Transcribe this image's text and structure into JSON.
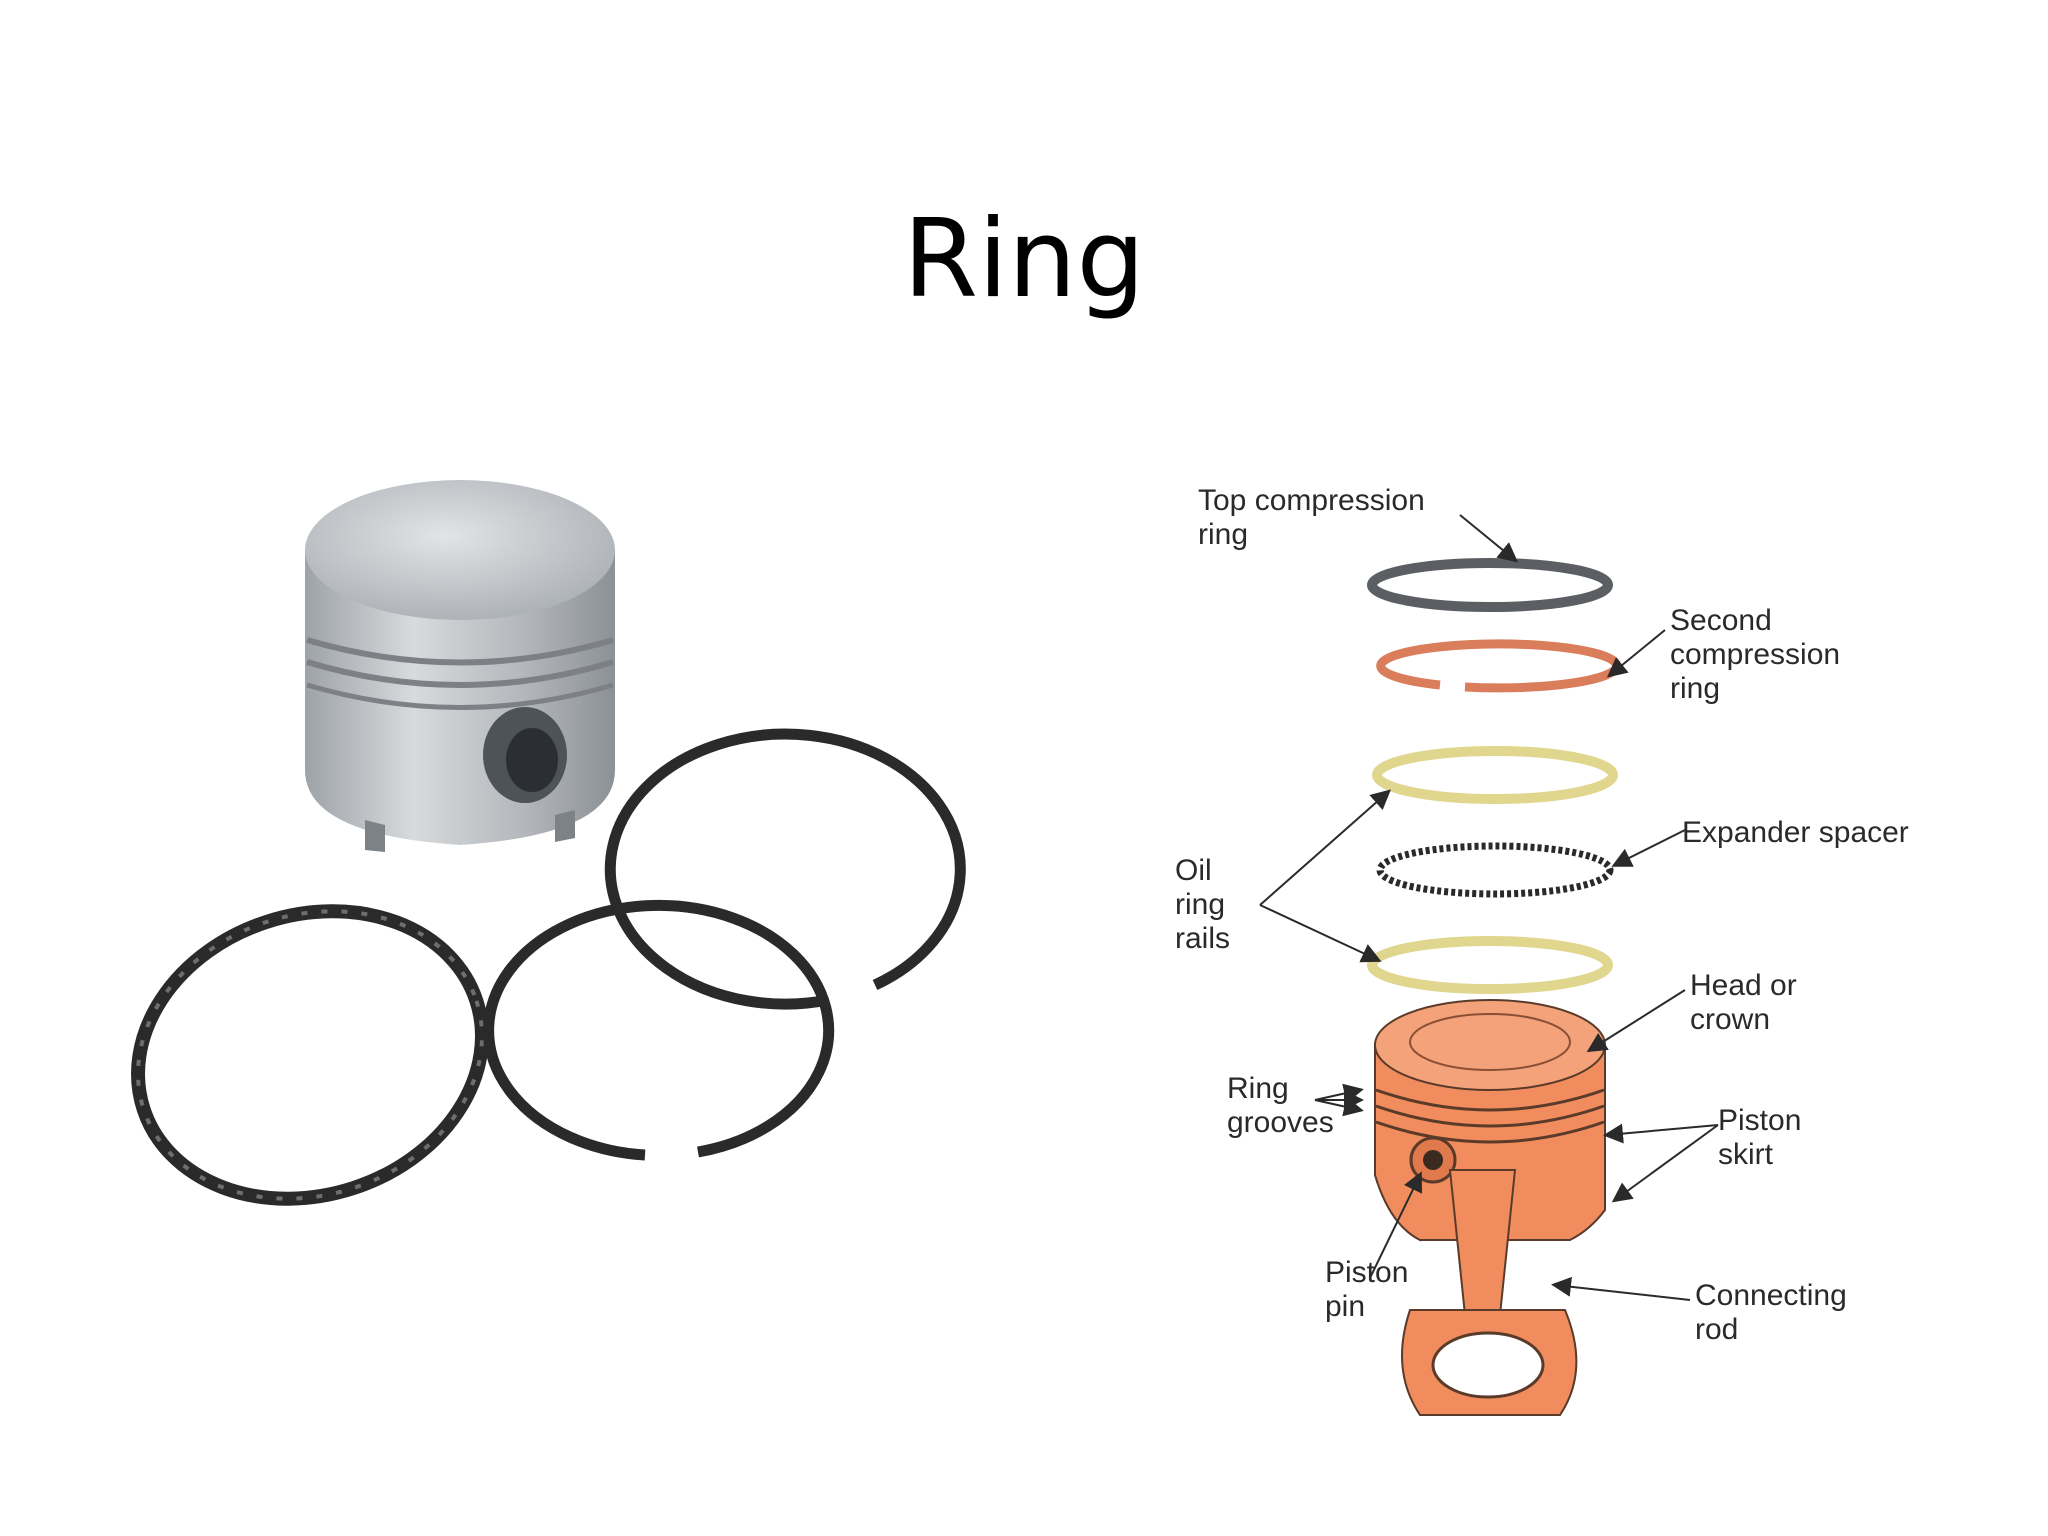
{
  "title": "Ring",
  "colors": {
    "piston_orange": "#f08c5e",
    "ring_dark": "#2a2a2a",
    "rail_yellow": "#f4e7a0",
    "second_ring": "#d97d5a",
    "aluminum": "#b8bcc0"
  },
  "photo": {
    "description_icon": "piston-with-rings-photo"
  },
  "diagram": {
    "labels": {
      "top_compression_1": "Top compression",
      "top_compression_2": "ring",
      "second_compression_1": "Second",
      "second_compression_2": "compression",
      "second_compression_3": "ring",
      "expander_spacer": "Expander spacer",
      "oil_rails_1": "Oil",
      "oil_rails_2": "ring",
      "oil_rails_3": "rails",
      "head_crown_1": "Head or",
      "head_crown_2": "crown",
      "ring_grooves_1": "Ring",
      "ring_grooves_2": "grooves",
      "piston_skirt_1": "Piston",
      "piston_skirt_2": "skirt",
      "piston_pin_1": "Piston",
      "piston_pin_2": "pin",
      "connecting_rod_1": "Connecting",
      "connecting_rod_2": "rod"
    }
  }
}
